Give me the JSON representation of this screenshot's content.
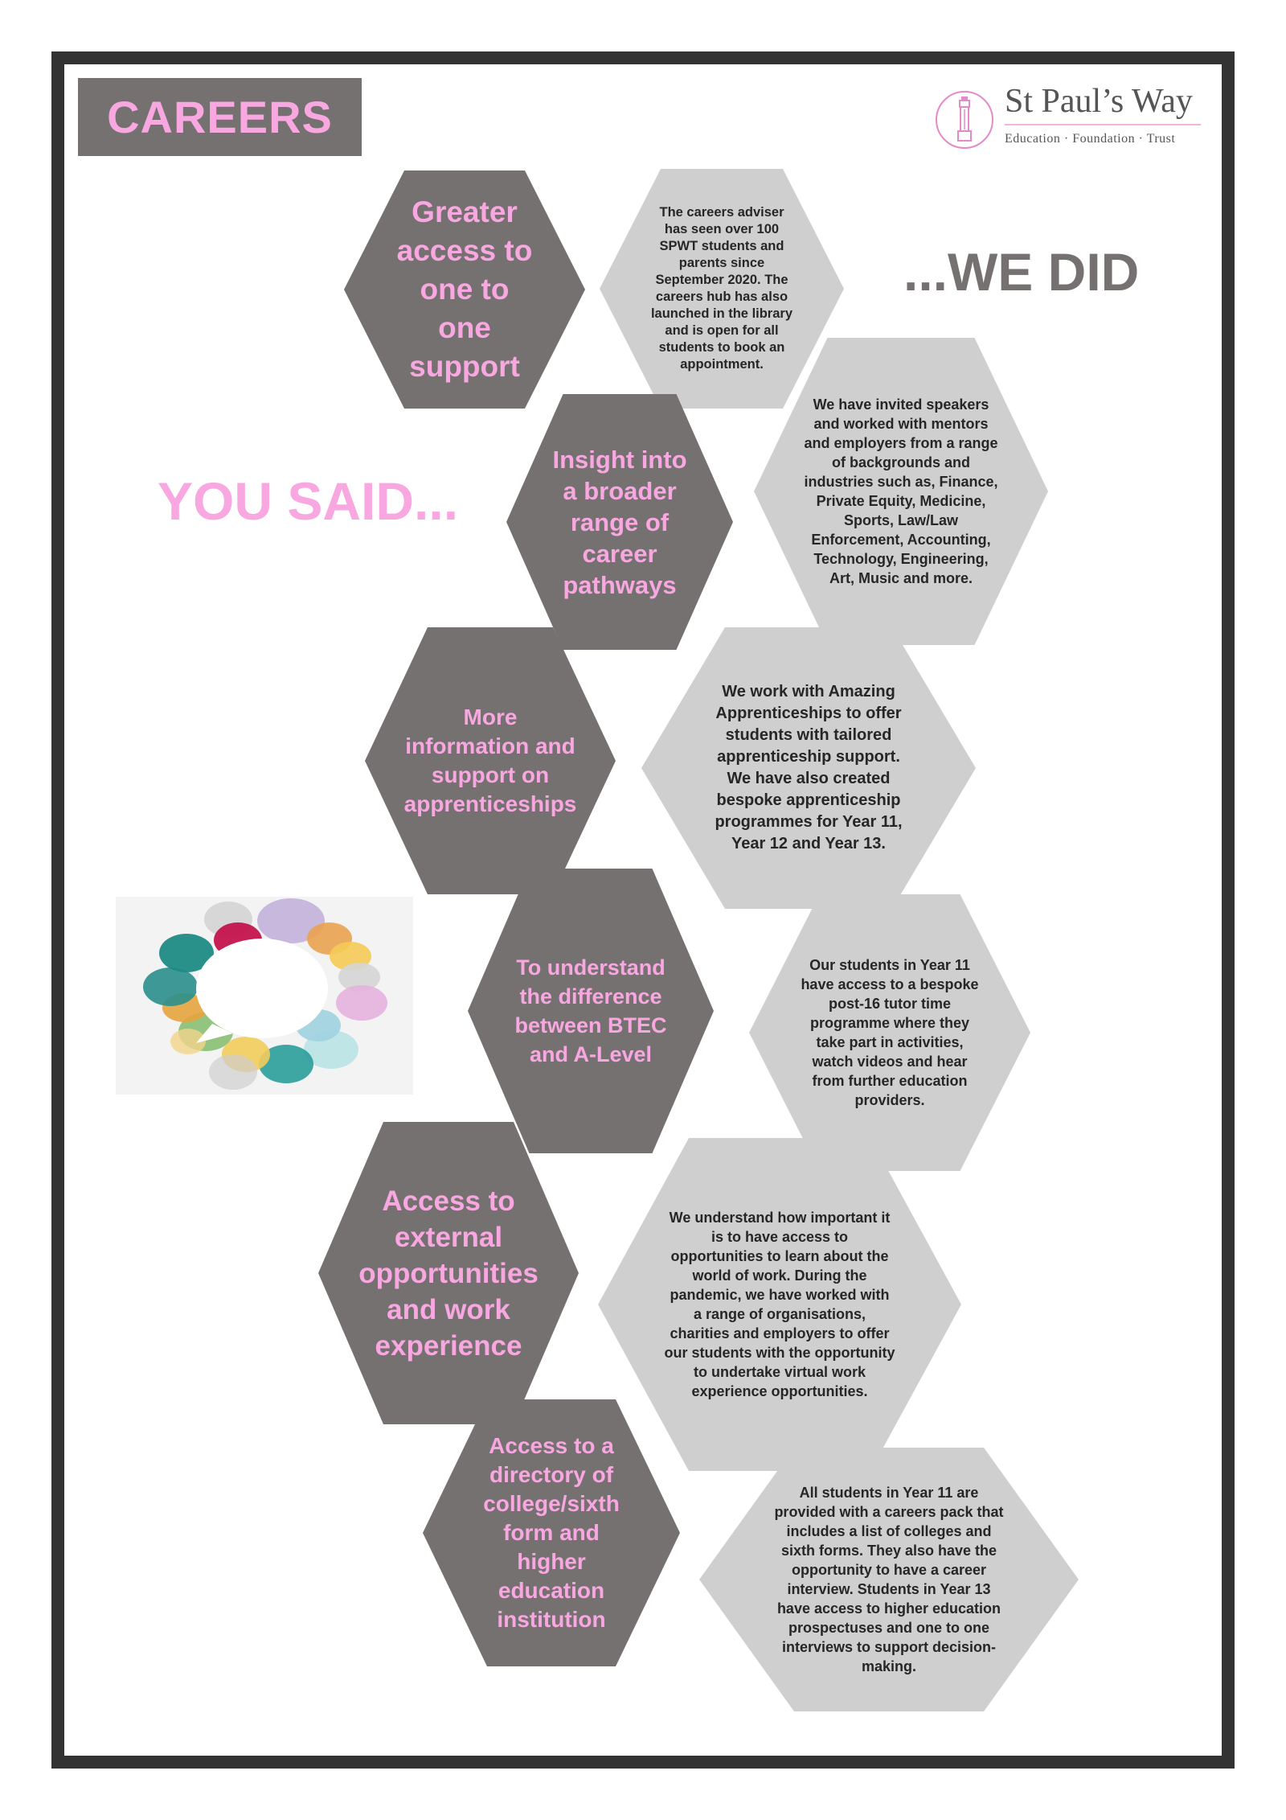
{
  "header": {
    "title": "CAREERS"
  },
  "logo": {
    "name": "St Paul’s Way",
    "subtitle": "Education · Foundation · Trust"
  },
  "headings": {
    "you_said": "YOU SAID...",
    "we_did": "...WE DID"
  },
  "items": [
    {
      "said": "Greater access to one to one support",
      "did": "The careers adviser has seen over 100 SPWT students and parents since September 2020. The careers hub has also launched in the library and is open for all students to book an appointment."
    },
    {
      "said": "Insight into a broader range of career pathways",
      "did": "We have invited speakers and worked with mentors and employers from a range of backgrounds and industries such as, Finance, Private Equity, Medicine, Sports, Law/Law Enforcement, Accounting, Technology, Engineering, Art, Music and more."
    },
    {
      "said": "More information and support on apprenticeships",
      "did": "We work with Amazing Apprenticeships to offer students with tailored apprenticeship support. We have also created bespoke apprenticeship programmes for Year 11, Year 12 and Year 13."
    },
    {
      "said": "To understand the difference between BTEC and A-Level",
      "did": "Our students in Year 11 have access to a bespoke post-16 tutor time programme where they take part in activities, watch videos and hear from further education providers."
    },
    {
      "said": "Access to external opportunities and work experience",
      "did": "We understand how important it is to have access to opportunities to learn about the world of work. During the pandemic, we have worked with a range of organisations, charities and employers to offer our students with the opportunity to undertake virtual work experience opportunities."
    },
    {
      "said": "Access to a directory of college/sixth form and higher education institution",
      "did": "All students in Year 11 are provided with a careers pack that includes a list of colleges and sixth forms. They also have the opportunity to have a career interview. Students in Year 13 have access to higher education prospectuses and one to one interviews to support decision-making."
    }
  ],
  "colors": {
    "pink": "#f8a7e0",
    "dark_grey": "#767171",
    "light_grey": "#d0cfcf",
    "frame": "#333333"
  },
  "image": {
    "icon": "speech-bubbles-icon"
  }
}
